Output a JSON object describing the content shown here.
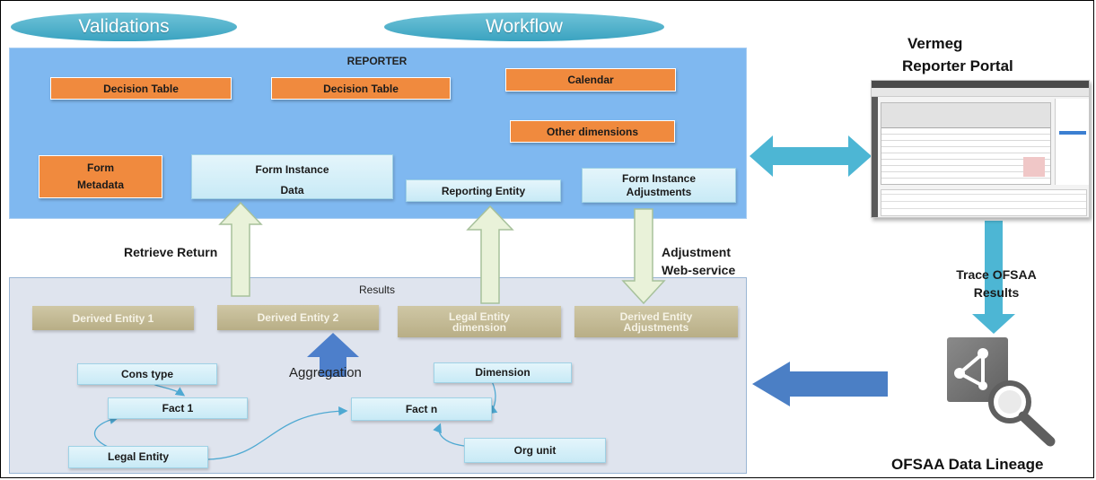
{
  "top_pills": {
    "validations": "Validations",
    "workflow": "Workflow"
  },
  "reporter": {
    "title": "REPORTER",
    "decision_table_1": "Decision Table",
    "decision_table_2": "Decision Table",
    "calendar": "Calendar",
    "other_dimensions": "Other dimensions",
    "form_metadata": [
      "Form",
      "Metadata"
    ],
    "form_instance_data": [
      "Form Instance",
      "Data"
    ],
    "reporting_entity": "Reporting Entity",
    "form_instance_adjustments": [
      "Form Instance",
      "Adjustments"
    ]
  },
  "flows": {
    "retrieve_return": "Retrieve Return",
    "adjustment_webservice": [
      "Adjustment",
      "Web-service"
    ],
    "aggregation": "Aggregation",
    "trace_results": [
      "Trace OFSAA",
      "Results"
    ]
  },
  "results": {
    "title": "Results",
    "derived_entity_1": "Derived Entity 1",
    "derived_entity_2": "Derived Entity 2",
    "legal_entity_dimension": [
      "Legal Entity",
      "dimension"
    ],
    "derived_entity_adjustments": [
      "Derived Entity",
      "Adjustments"
    ],
    "cons_type": "Cons type",
    "fact_1": "Fact 1",
    "fact_n": "Fact n",
    "dimension": "Dimension",
    "legal_entity": "Legal Entity",
    "org_unit": "Org unit"
  },
  "portal": {
    "title_line1": "Vermeg",
    "title_line2": "Reporter Portal"
  },
  "lineage": {
    "title": "OFSAA Data Lineage"
  }
}
